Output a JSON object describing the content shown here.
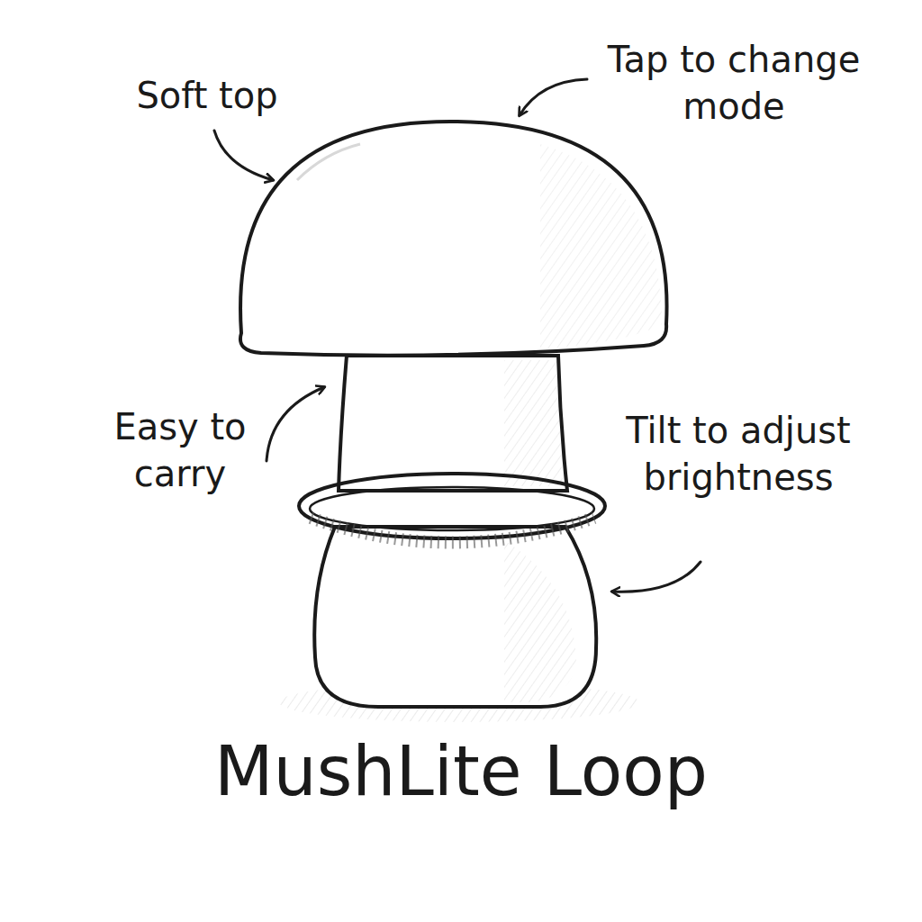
{
  "diagram": {
    "title": "MushLite Loop",
    "labels": [
      "Soft top",
      "Tap to change mode",
      "Easy to carry",
      "Tilt to adjust brightness"
    ]
  }
}
